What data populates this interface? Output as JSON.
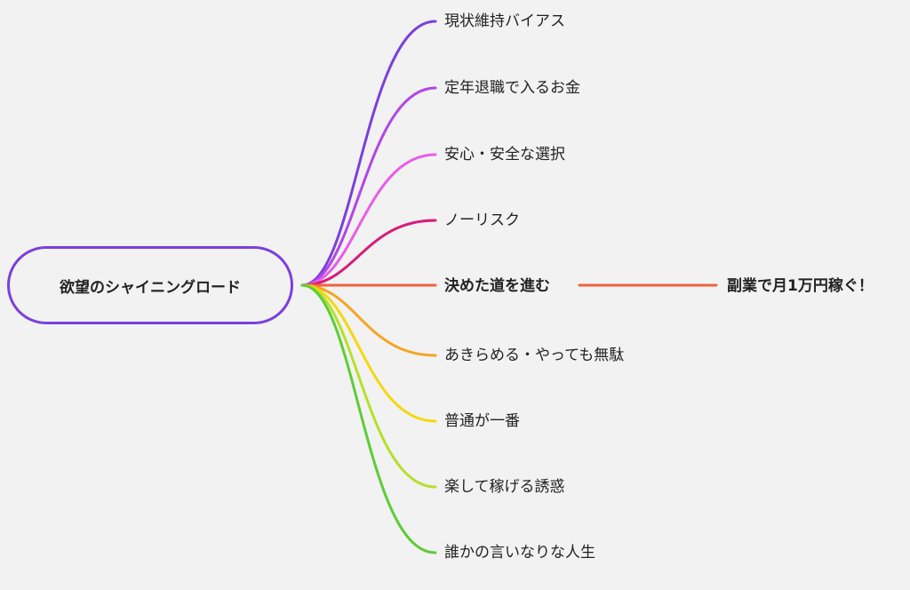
{
  "root": {
    "label": "欲望のシャイニングロード",
    "border_color": "#7b3fe0"
  },
  "branches": [
    {
      "label": "現状維持バイアス",
      "color": "#7b3fe0"
    },
    {
      "label": "定年退職で入るお金",
      "color": "#b146e8"
    },
    {
      "label": "安心・安全な選択",
      "color": "#ea5ce8"
    },
    {
      "label": "ノーリスク",
      "color": "#d81b78"
    },
    {
      "label": "決めた道を進む",
      "color": "#f0643c",
      "bold": true,
      "child": {
        "label": "副業で月1万円稼ぐ！",
        "color": "#f0643c"
      }
    },
    {
      "label": "あきらめる・やっても無駄",
      "color": "#f5a623"
    },
    {
      "label": "普通が一番",
      "color": "#f5d80f"
    },
    {
      "label": "楽して稼げる誘惑",
      "color": "#b6e02a"
    },
    {
      "label": "誰かの言いなりな人生",
      "color": "#5ccd36"
    }
  ]
}
